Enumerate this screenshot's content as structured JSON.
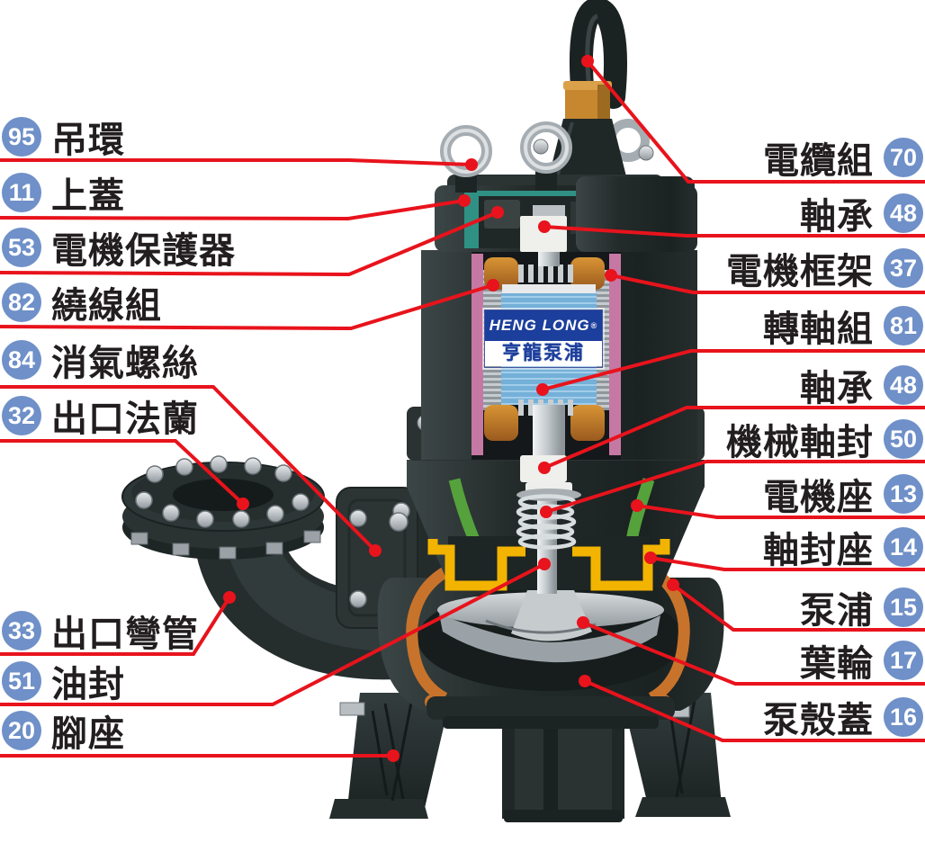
{
  "diagram": {
    "brand_plate": {
      "line1": "HENG LONG",
      "registered": "®",
      "line2": "亨龍泵浦"
    },
    "left_labels": [
      {
        "num": "95",
        "text": "吊環"
      },
      {
        "num": "11",
        "text": "上蓋"
      },
      {
        "num": "53",
        "text": "電機保護器"
      },
      {
        "num": "82",
        "text": "繞線組"
      },
      {
        "num": "84",
        "text": "消氣螺絲"
      },
      {
        "num": "32",
        "text": "出口法蘭"
      },
      {
        "num": "33",
        "text": "出口彎管"
      },
      {
        "num": "51",
        "text": "油封"
      },
      {
        "num": "20",
        "text": "腳座"
      }
    ],
    "right_labels": [
      {
        "num": "70",
        "text": "電纜組"
      },
      {
        "num": "48",
        "text": "軸承"
      },
      {
        "num": "37",
        "text": "電機框架"
      },
      {
        "num": "81",
        "text": "轉軸組"
      },
      {
        "num": "48",
        "text": "軸承"
      },
      {
        "num": "50",
        "text": "機械軸封"
      },
      {
        "num": "13",
        "text": "電機座"
      },
      {
        "num": "14",
        "text": "軸封座"
      },
      {
        "num": "15",
        "text": "泵浦"
      },
      {
        "num": "17",
        "text": "葉輪"
      },
      {
        "num": "16",
        "text": "泵殼蓋"
      }
    ],
    "colors": {
      "badge_blue": "#6f90c8",
      "leader_red": "#e8131c",
      "text_black": "#221e1f"
    }
  }
}
